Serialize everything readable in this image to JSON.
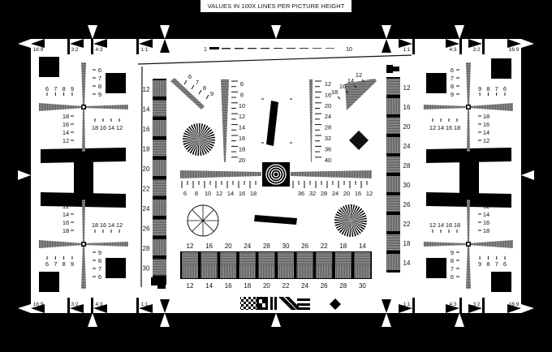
{
  "header": {
    "title": "VALUES IN 100X LINES PER PICTURE HEIGHT"
  },
  "aspect_labels": {
    "r169": "16:9",
    "r32": "3:2",
    "r43": "4:3",
    "r11": "1:1"
  },
  "scale": {
    "start": "1",
    "end": "10"
  },
  "left_strip": [
    "12",
    "14",
    "16",
    "18",
    "20",
    "22",
    "24",
    "26",
    "28",
    "30"
  ],
  "right_strip": [
    "12",
    "16",
    "20",
    "24",
    "28",
    "30",
    "26",
    "22",
    "18",
    "14"
  ],
  "bottom_bars_top": [
    "12",
    "16",
    "20",
    "24",
    "28",
    "30",
    "26",
    "22",
    "18",
    "14"
  ],
  "bottom_bars_bottom": [
    "12",
    "14",
    "16",
    "18",
    "20",
    "22",
    "24",
    "26",
    "28",
    "30"
  ],
  "h_wedge_left": [
    "6",
    "8",
    "10",
    "12",
    "14",
    "16",
    "18"
  ],
  "h_wedge_right": [
    "36",
    "32",
    "28",
    "24",
    "20",
    "16",
    "12"
  ],
  "v_wedge_left": [
    "6",
    "8",
    "10",
    "12",
    "14",
    "16",
    "18",
    "20"
  ],
  "v_wedge_right": [
    "12",
    "16",
    "20",
    "24",
    "28",
    "32",
    "36",
    "40"
  ],
  "diag_left": [
    "6",
    "7",
    "8",
    "9"
  ],
  "diag_right": [
    "12",
    "14",
    "16",
    "18"
  ],
  "corner_low": [
    "6",
    "7",
    "8",
    "9"
  ],
  "corner_high": [
    "18",
    "16",
    "14",
    "12"
  ],
  "colors": {
    "background": "#000000",
    "chart": "#ffffff",
    "wedge": "#6e6e6e"
  }
}
